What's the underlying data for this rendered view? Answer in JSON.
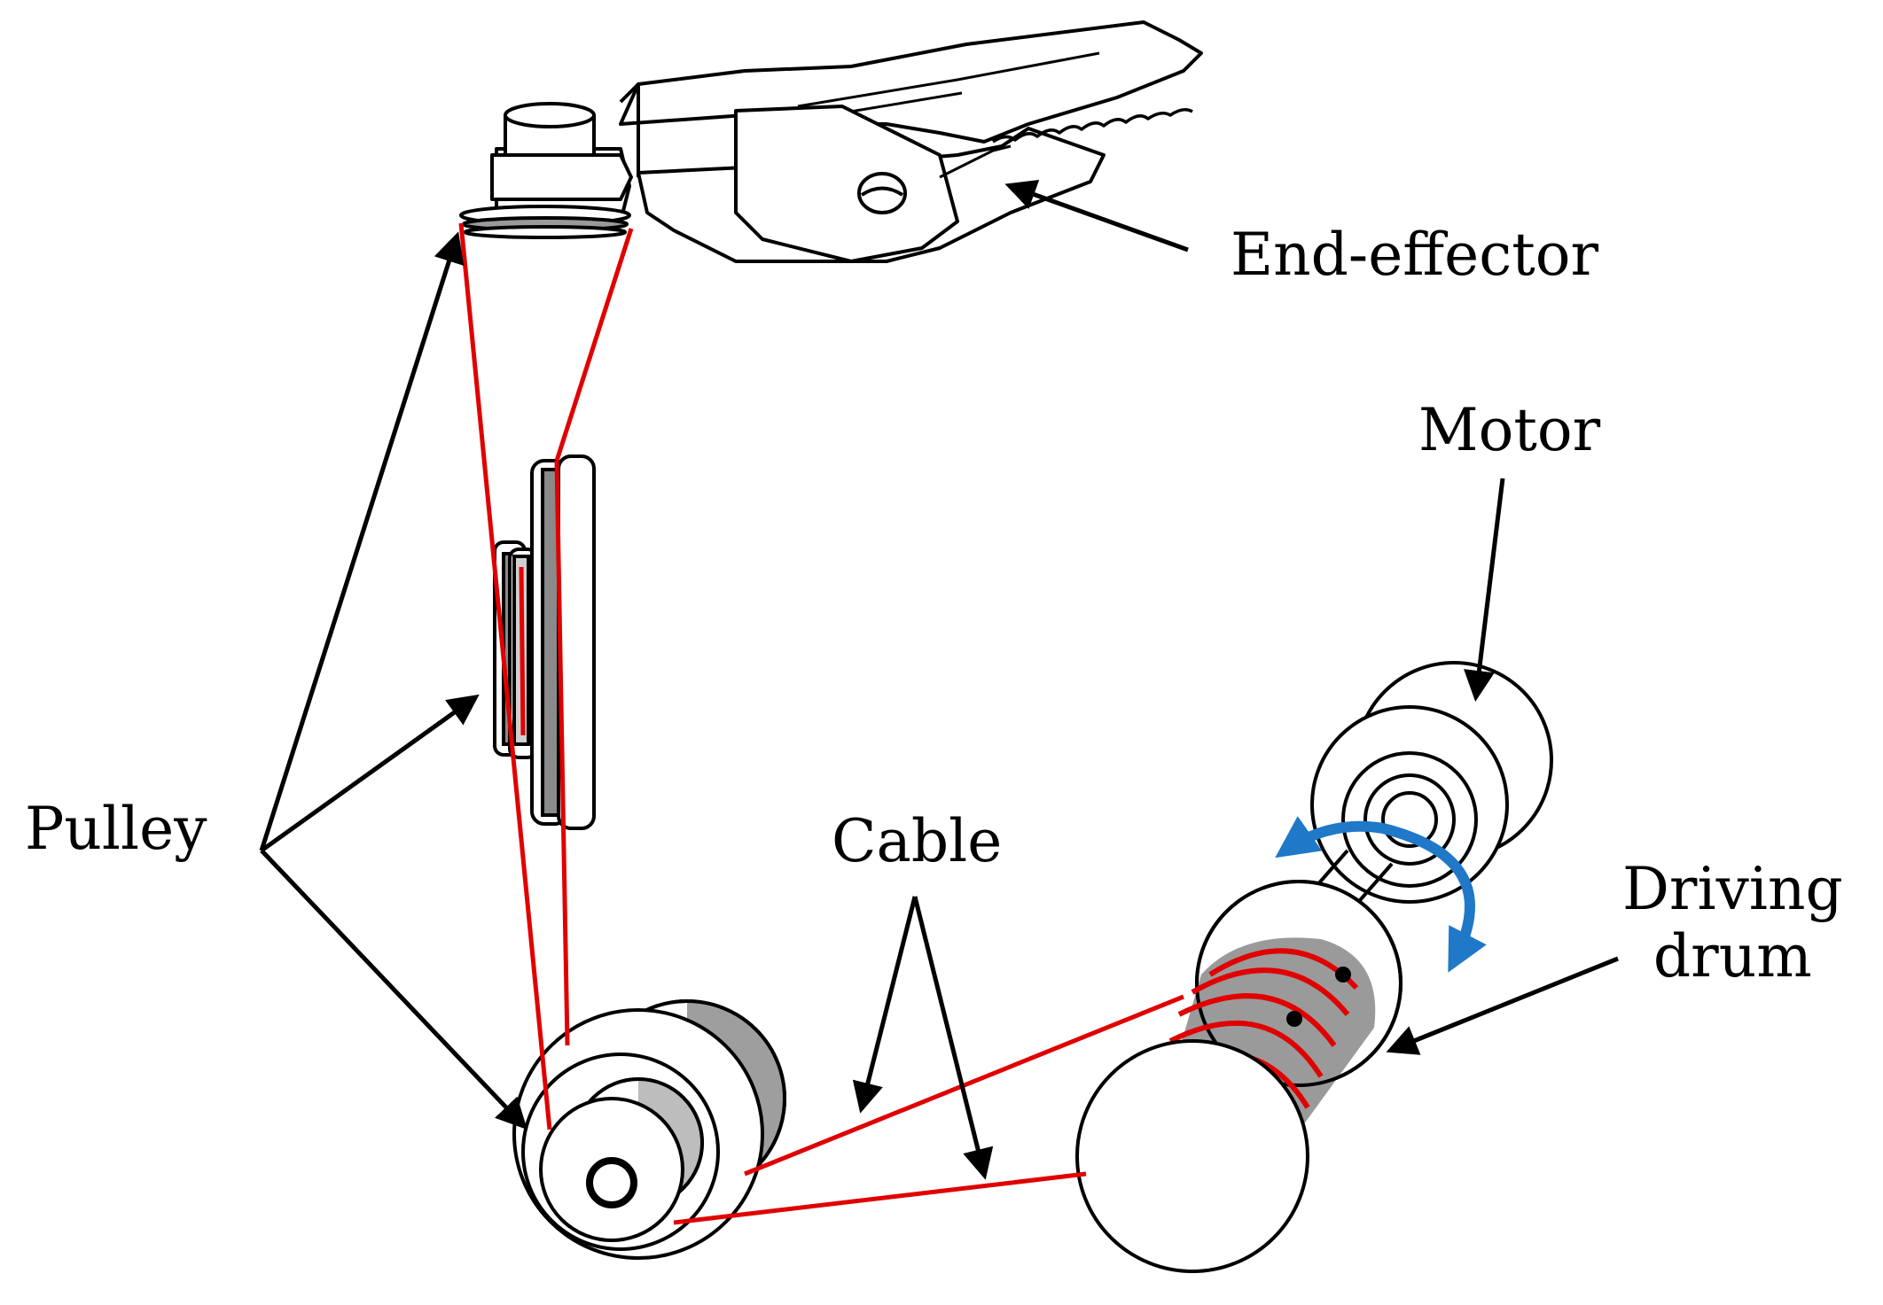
{
  "labels": {
    "end_effector": "End-effector",
    "motor": "Motor",
    "pulley": "Pulley",
    "cable": "Cable",
    "driving_drum_line1": "Driving",
    "driving_drum_line2": "drum"
  },
  "colors": {
    "cable": "#e00000",
    "rotation_arrow": "#1f78c8",
    "drum_wrap": "#a6a6a6",
    "outline": "#000000",
    "background": "#ffffff"
  }
}
